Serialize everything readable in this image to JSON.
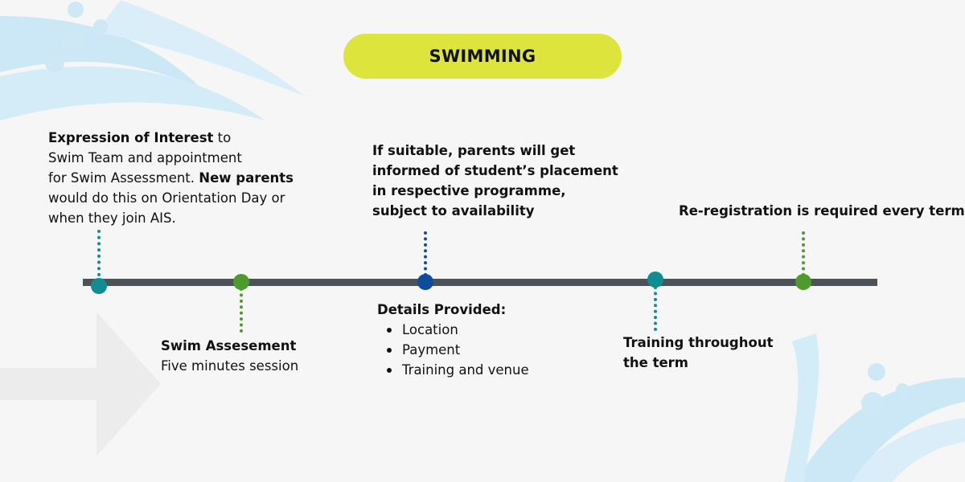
{
  "colors": {
    "background": "#f6f6f6",
    "title_pill": "#dde53d",
    "timeline": "#4b5258",
    "teal": "#108c93",
    "green": "#4e9a2c",
    "blue": "#0f4d9a",
    "wave": "#c9e7f5",
    "arrow": "#e8e8e8"
  },
  "title": "SWIMMING",
  "stages": [
    {
      "color": "teal",
      "side": "above",
      "parts": [
        "Expression of Interest",
        " to",
        "Swim Team and appointment",
        "for Swim Assessment. ",
        "New parents",
        "would do this on Orientation Day or",
        "when they join AIS."
      ]
    },
    {
      "color": "green",
      "side": "below",
      "heading": "Swim Assesement",
      "body": "Five minutes session"
    },
    {
      "color": "blue",
      "side": "above",
      "lines": [
        "If suitable, parents will get",
        "informed of student’s placement",
        "in respective programme,",
        "subject to availability"
      ]
    },
    {
      "color": "blue",
      "side": "below",
      "heading": "Details Provided:",
      "items": [
        "Location",
        "Payment",
        "Training and venue"
      ]
    },
    {
      "color": "teal",
      "side": "below",
      "lines": [
        "Training throughout",
        "the term"
      ]
    },
    {
      "color": "green",
      "side": "above",
      "lines": [
        "Re-registration is required every term"
      ]
    }
  ]
}
